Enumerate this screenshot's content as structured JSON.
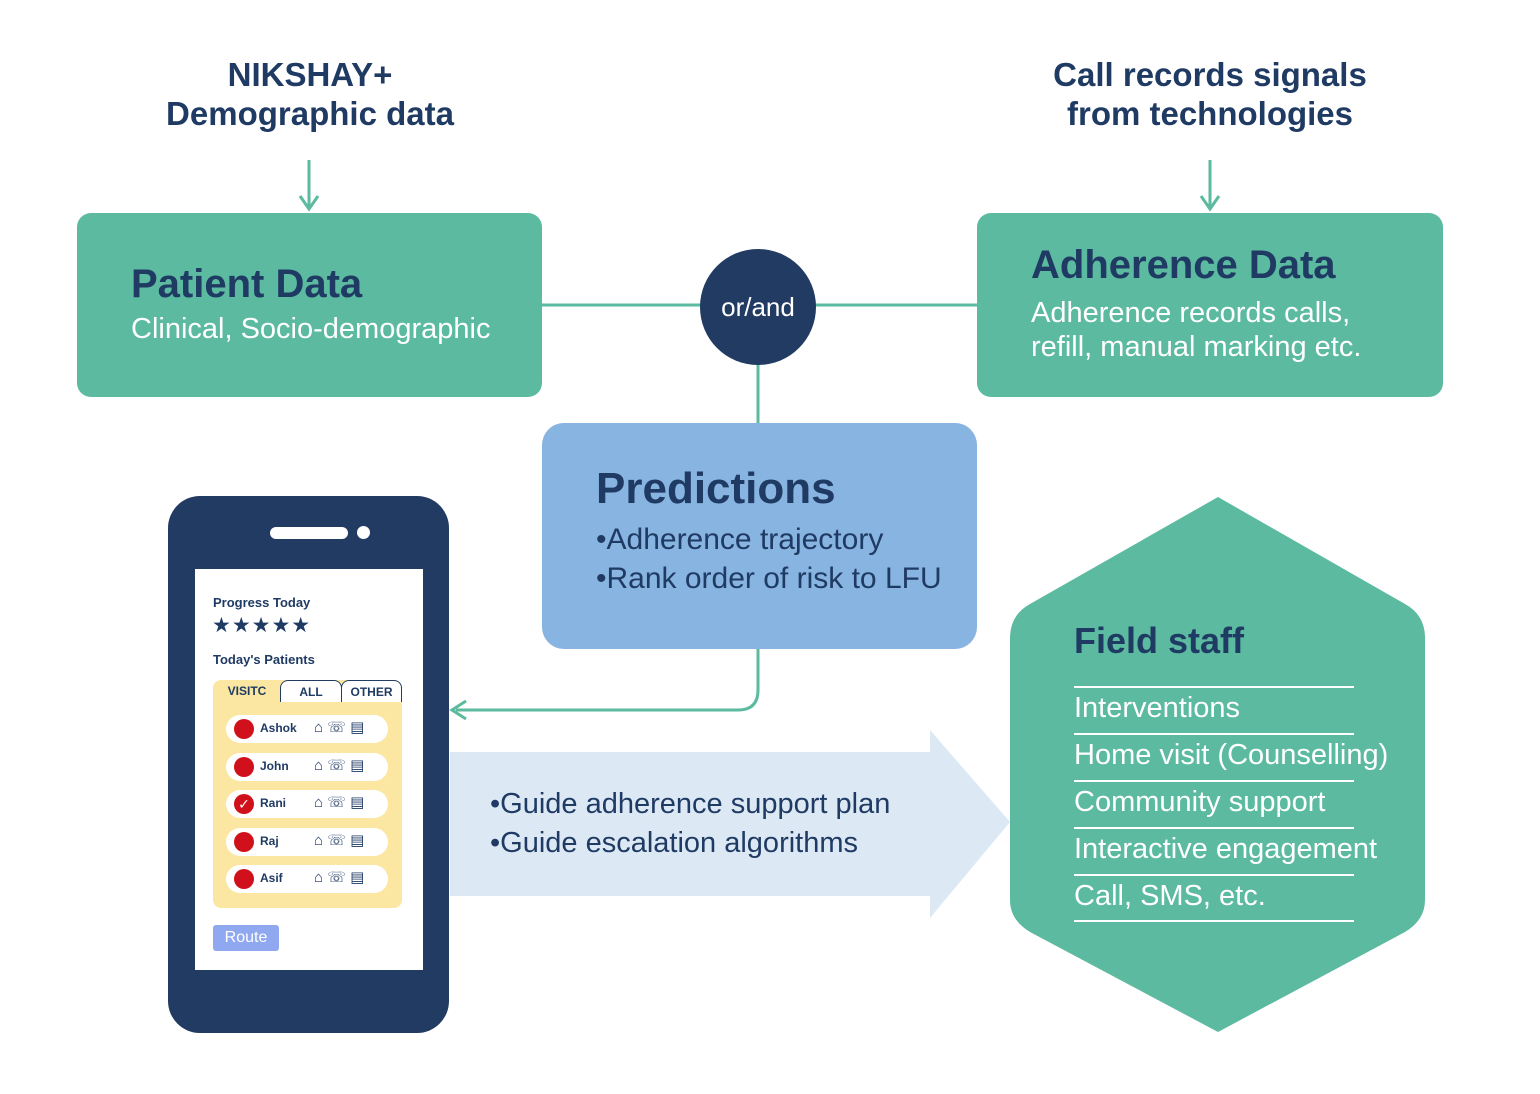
{
  "sources": {
    "left_line1": "NIKSHAY+",
    "left_line2": "Demographic data",
    "right_line1": "Call records signals",
    "right_line2": "from technologies"
  },
  "patient_data": {
    "title": "Patient Data",
    "subtitle": "Clinical, Socio-demographic"
  },
  "adherence_data": {
    "title": "Adherence Data",
    "line1": "Adherence records calls,",
    "line2": "refill, manual marking etc."
  },
  "connector": {
    "label": "or/and"
  },
  "predictions": {
    "title": "Predictions",
    "items": [
      "•Adherence trajectory",
      "•Rank order of risk to LFU"
    ]
  },
  "guide": {
    "items": [
      "•Guide adherence support plan",
      "•Guide escalation algorithms"
    ]
  },
  "field_staff": {
    "title": "Field staff",
    "items": [
      "Interventions",
      "Home visit (Counselling)",
      "Community support",
      "Interactive engagement",
      "Call, SMS, etc."
    ]
  },
  "phone": {
    "progress_label": "Progress Today",
    "stars": "★★★★★",
    "rating": "5 of 5",
    "patients_label": "Today's Patients",
    "tabs": [
      "VISITC",
      "ALL",
      "OTHER"
    ],
    "patients": [
      {
        "name": "Ashok",
        "status": "pending"
      },
      {
        "name": "John",
        "status": "pending"
      },
      {
        "name": "Rani",
        "status": "done"
      },
      {
        "name": "Raj",
        "status": "pending"
      },
      {
        "name": "Asif",
        "status": "pending"
      }
    ],
    "route_label": "Route"
  },
  "colors": {
    "green": "#5bba9f",
    "navy": "#223b63",
    "blue": "#87b4e0",
    "light_blue": "#dce9f5",
    "yellow": "#fbe7a1",
    "red": "#d0101a"
  },
  "icons": [
    "down-arrow-icon",
    "home-icon",
    "phone-icon",
    "message-icon",
    "check-icon",
    "star-icon"
  ]
}
